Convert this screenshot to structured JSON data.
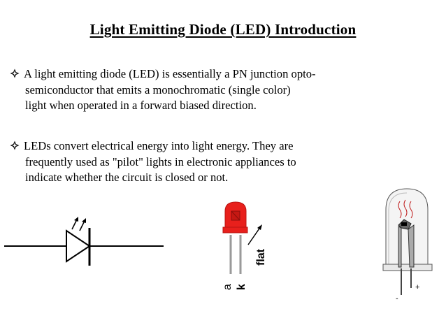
{
  "slide": {
    "title": "Light Emitting Diode (LED) Introduction",
    "bullets": [
      {
        "lines": [
          "A light emitting diode (LED) is essentially a PN junction opto-",
          "semiconductor that emits a monochromatic (single color)",
          "light when operated in a forward biased direction."
        ]
      },
      {
        "lines": [
          "LEDs convert electrical energy into light energy. They are",
          "frequently used as \"pilot\" lights in electronic appliances to",
          "indicate whether the circuit is closed or not."
        ]
      }
    ]
  },
  "led_drawing": {
    "lead_a_label": "a",
    "lead_k_label": "k",
    "flat_label": "flat",
    "body_color": "#e8201c"
  },
  "led_cutaway": {
    "minus_label": "-",
    "plus_label": "+"
  }
}
